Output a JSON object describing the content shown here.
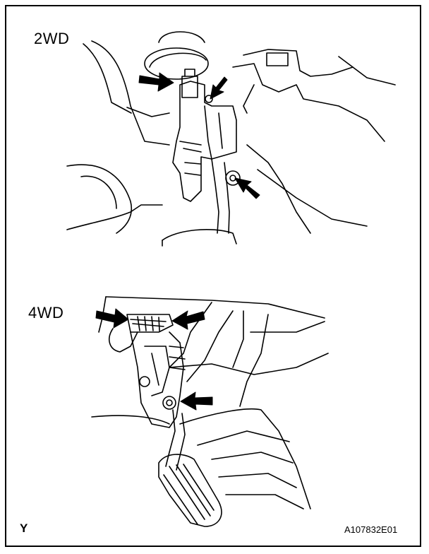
{
  "labels": {
    "top_section": "2WD",
    "bottom_section": "4WD",
    "corner_mark": "Y",
    "figure_id": "A107832E01"
  },
  "icons": {
    "pointer": "arrow-icon"
  }
}
